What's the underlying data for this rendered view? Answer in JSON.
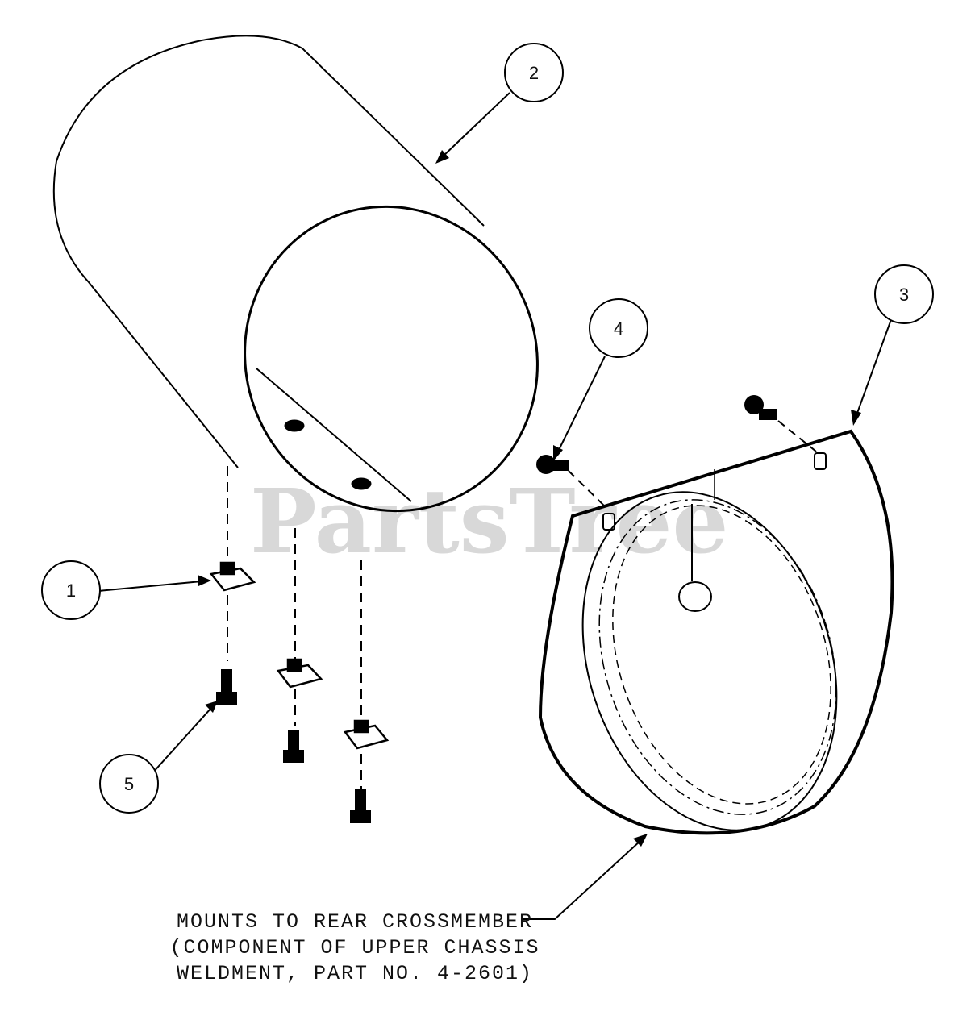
{
  "watermark": "PartsTree",
  "callouts": {
    "c1": "1",
    "c2": "2",
    "c3": "3",
    "c4": "4",
    "c5": "5"
  },
  "note": {
    "line1": "MOUNTS TO REAR CROSSMEMBER",
    "line2": "(COMPONENT OF UPPER CHASSIS",
    "line3": "WELDMENT, PART NO. 4-2601)"
  }
}
